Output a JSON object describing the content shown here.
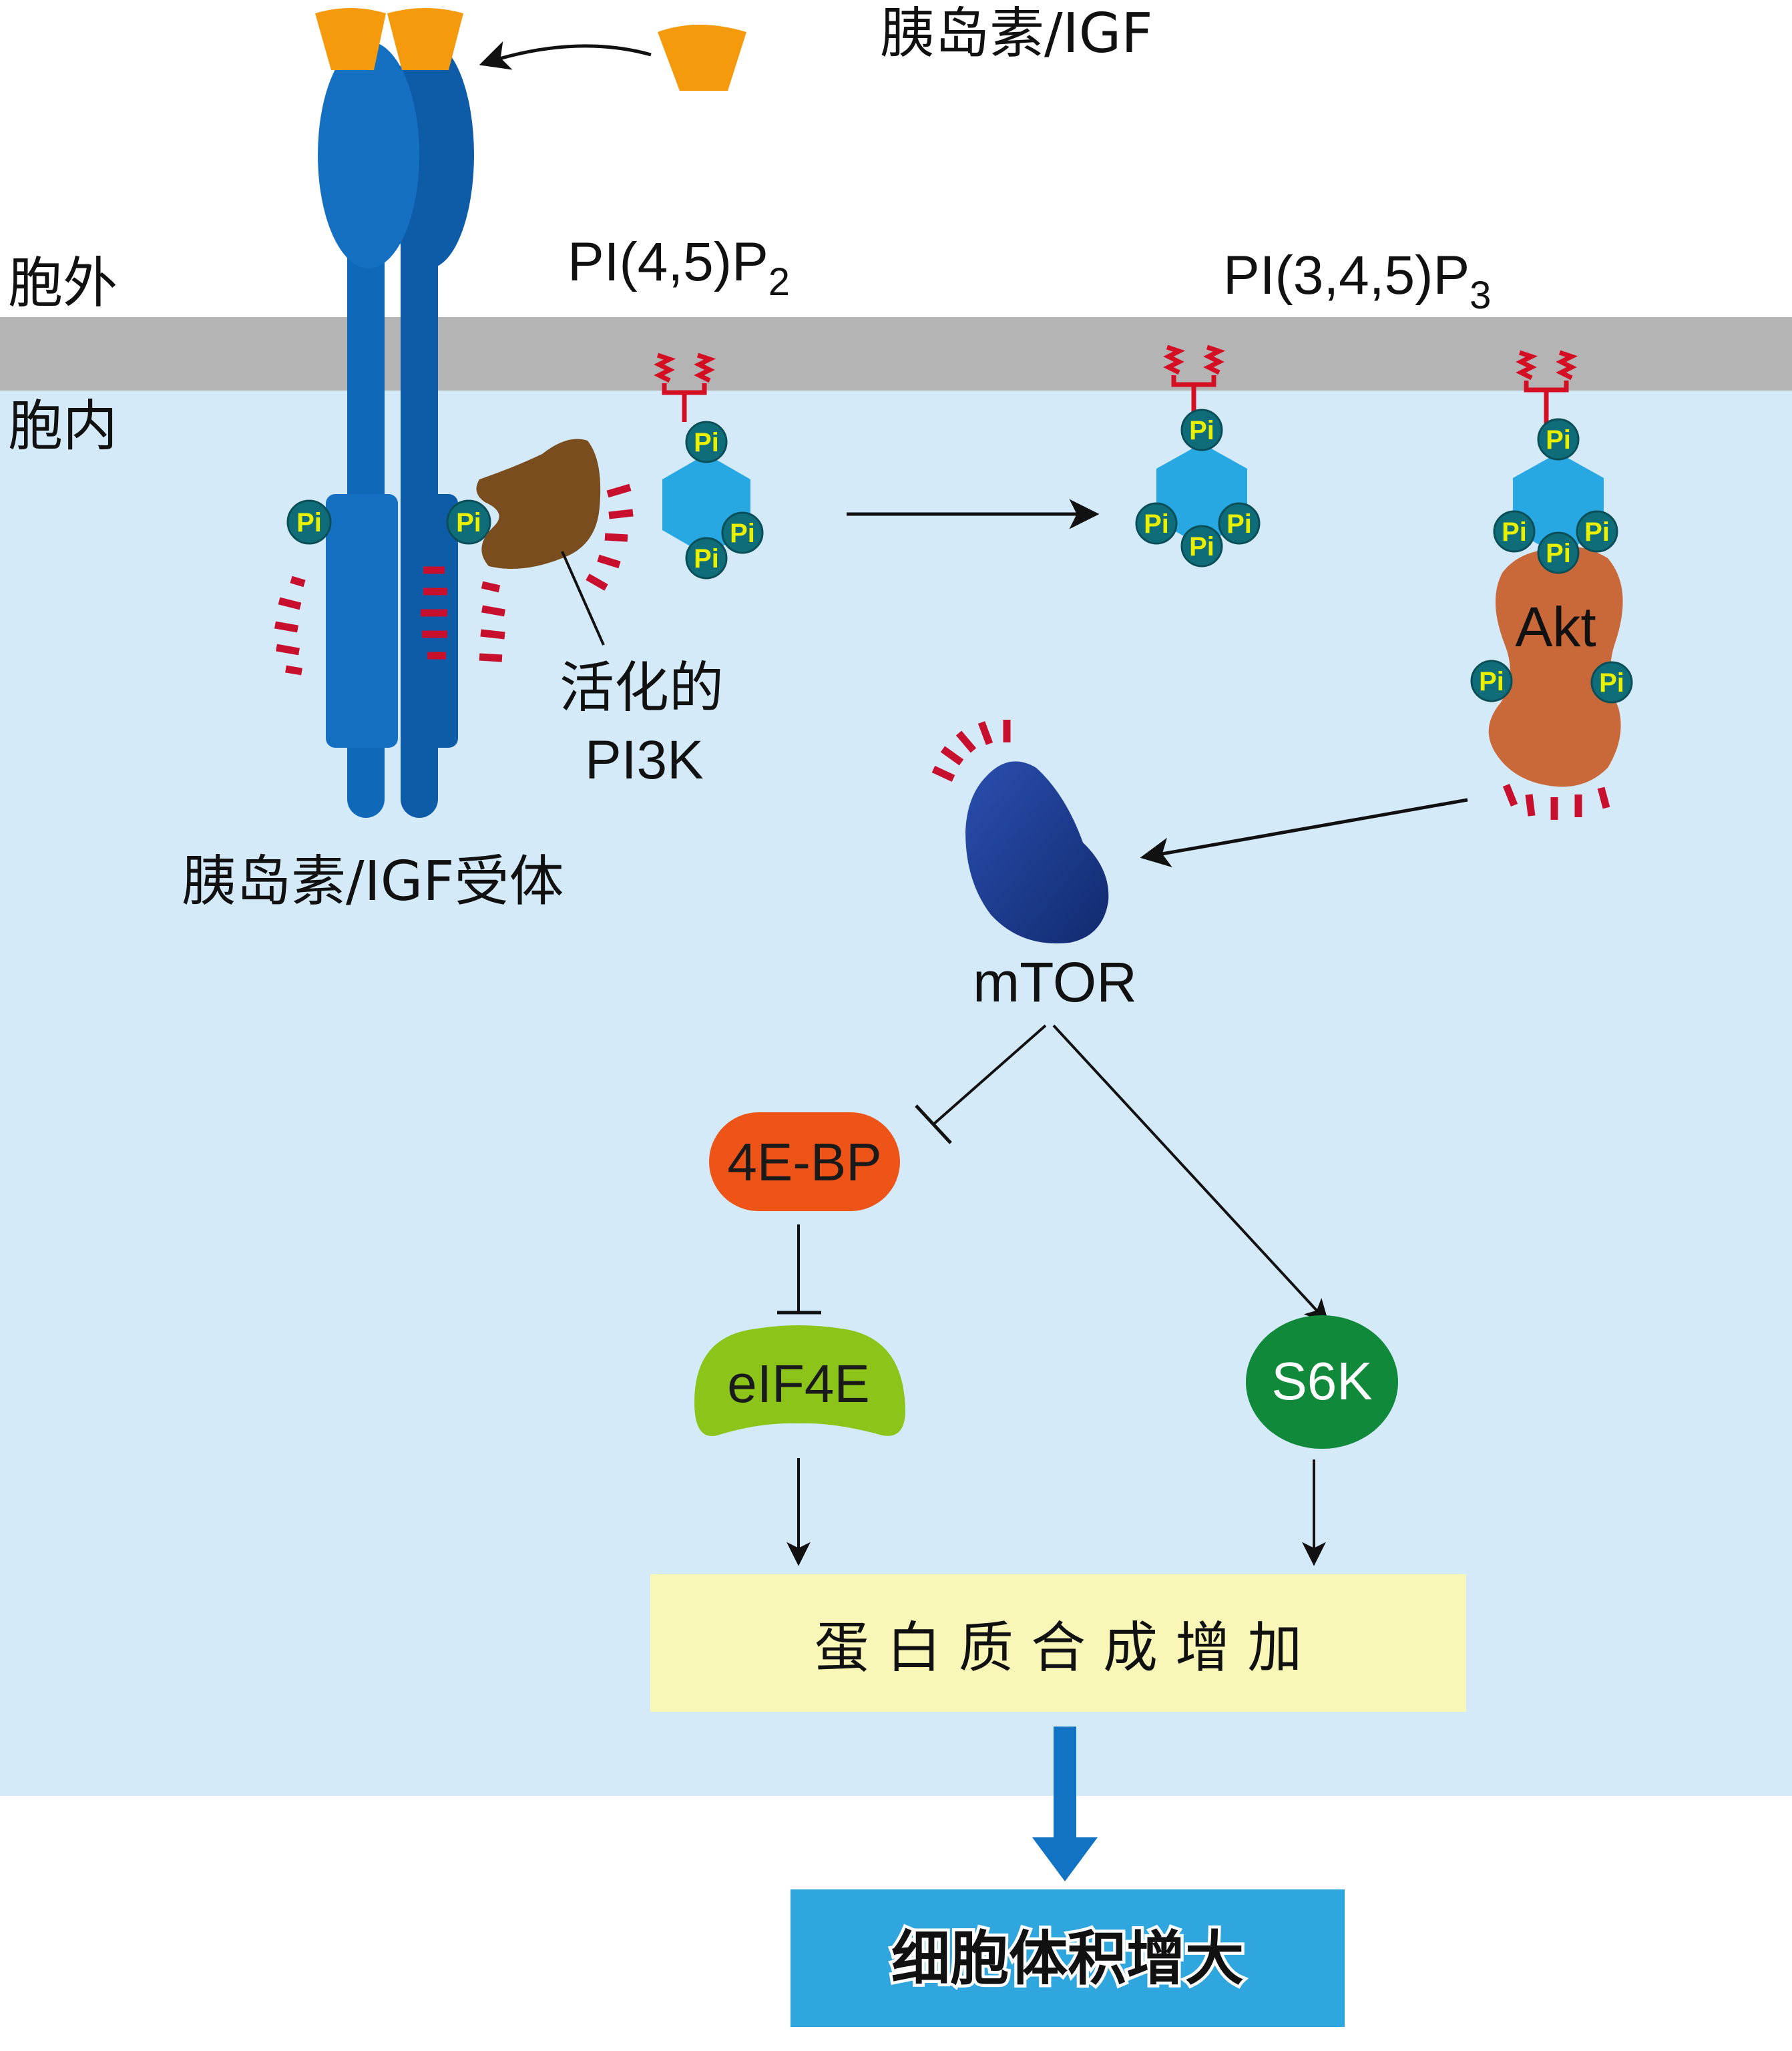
{
  "labels": {
    "ligand": "胰岛素/IGF",
    "extracellular": "胞外",
    "intracellular": "胞内",
    "pip2_main": "PI(4,5)P",
    "pip2_sub": "2",
    "pip3_main": "PI(3,4,5)P",
    "pip3_sub": "3",
    "pi3k_line1": "活化的",
    "pi3k_line2": "PI3K",
    "receptor": "胰岛素/IGF受体",
    "akt": "Akt",
    "mtor": "mTOR",
    "fourebp": "4E-BP",
    "eif4e": "eIF4E",
    "s6k": "S6K",
    "protein_synthesis": "蛋 白 质 合 成 增 加",
    "cell_growth": "细胞体积增大",
    "phosphate": "Pi"
  },
  "colors": {
    "background_cytoplasm": "#d4eaf9",
    "membrane": "#b4b4b4",
    "receptor": "#1068b8",
    "ligand": "#f59a0c",
    "pi3k": "#7a4d1e",
    "inositol": "#28a8e2",
    "akt": "#c9693a",
    "mtor": "#1a3c8f",
    "fourebp": "#ee5418",
    "eif4e": "#8cc41a",
    "s6k": "#10893a",
    "protein_box": "#f8f7b8",
    "cell_box": "#2fa6de",
    "activation_marks": "#c8102e"
  }
}
